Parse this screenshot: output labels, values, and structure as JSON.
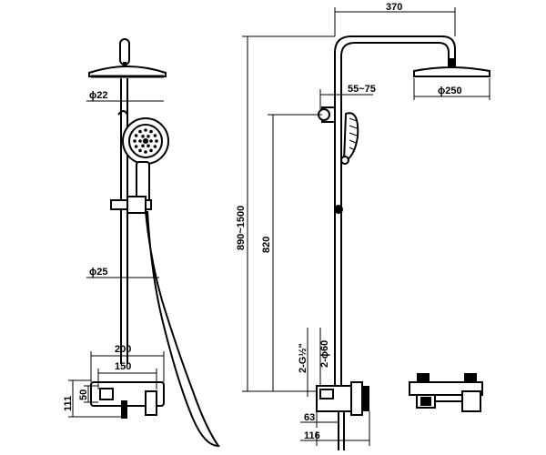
{
  "dimensions": {
    "phi22": "ϕ22",
    "phi25": "ϕ25",
    "d200": "200",
    "d150": "150",
    "d111": "111",
    "d50": "50",
    "d370": "370",
    "d55_75": "55~75",
    "phi250": "ϕ250",
    "d890_1500": "890~1500",
    "d820": "820",
    "g1_2": "2-G½\"",
    "phi60": "2-ϕ60",
    "d63": "63",
    "d116": "116"
  }
}
